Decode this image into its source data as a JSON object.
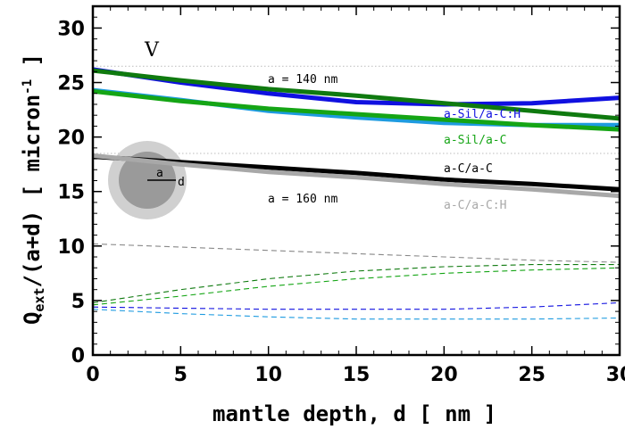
{
  "chart_data": {
    "type": "line",
    "xlabel": "mantle depth, d [ nm ]",
    "ylabel_parts": {
      "q": "Q",
      "sub": "ext",
      "rest": "/(a+d) [ micron",
      "sup": "-1",
      "close": " ]"
    },
    "xlim": [
      0,
      30
    ],
    "ylim": [
      0,
      32
    ],
    "x_ticks": [
      0,
      5,
      10,
      15,
      20,
      25,
      30
    ],
    "x_tick_labels": [
      "0",
      "5",
      "10",
      "15",
      "20",
      "25",
      "30"
    ],
    "y_ticks": [
      0,
      5,
      10,
      15,
      20,
      25,
      30
    ],
    "y_tick_labels": [
      "0",
      "5",
      "10",
      "15",
      "20",
      "25",
      "30"
    ],
    "panel_label": "V",
    "reference_lines": [
      26.5,
      18.5
    ],
    "annotations": {
      "a140": "a = 140 nm",
      "a160": "a = 160 nm",
      "inset_a": "a",
      "inset_d": "d"
    },
    "series": [
      {
        "name": "a-Sil/a-C:H",
        "color": "#1010e0",
        "style": "solid",
        "x": [
          0,
          5,
          10,
          15,
          20,
          25,
          30
        ],
        "y": [
          26.2,
          25.0,
          24.0,
          23.2,
          23.0,
          23.1,
          23.6
        ]
      },
      {
        "name": "",
        "color": "#0f7a0f",
        "style": "solid",
        "x": [
          0,
          5,
          10,
          15,
          20,
          25,
          30
        ],
        "y": [
          26.1,
          25.2,
          24.4,
          23.8,
          23.1,
          22.4,
          21.7
        ]
      },
      {
        "name": "",
        "color": "#1e9be0",
        "style": "solid",
        "x": [
          0,
          5,
          10,
          15,
          20,
          25,
          30
        ],
        "y": [
          24.3,
          23.4,
          22.4,
          21.8,
          21.3,
          21.1,
          21.1
        ]
      },
      {
        "name": "a-Sil/a-C",
        "color": "#15a515",
        "style": "solid",
        "x": [
          0,
          5,
          10,
          15,
          20,
          25,
          30
        ],
        "y": [
          24.2,
          23.3,
          22.6,
          22.1,
          21.6,
          21.1,
          20.7
        ]
      },
      {
        "name": "a-C/a-C",
        "color": "#000000",
        "style": "solid",
        "x": [
          0,
          5,
          10,
          15,
          20,
          25,
          30
        ],
        "y": [
          18.2,
          17.7,
          17.2,
          16.7,
          16.1,
          15.7,
          15.2
        ]
      },
      {
        "name": "a-C/a-C:H",
        "color": "#a8a8a8",
        "style": "solid",
        "x": [
          0,
          5,
          10,
          15,
          20,
          25,
          30
        ],
        "y": [
          18.3,
          17.5,
          16.8,
          16.3,
          15.7,
          15.2,
          14.6
        ]
      },
      {
        "name": "",
        "color": "#888888",
        "style": "dashed",
        "x": [
          0,
          5,
          10,
          15,
          20,
          25,
          30
        ],
        "y": [
          10.2,
          9.9,
          9.6,
          9.3,
          9.0,
          8.7,
          8.5
        ]
      },
      {
        "name": "",
        "color": "#0f7a0f",
        "style": "dashed",
        "x": [
          0,
          5,
          10,
          15,
          20,
          25,
          30
        ],
        "y": [
          4.8,
          6.0,
          7.0,
          7.7,
          8.1,
          8.3,
          8.3
        ]
      },
      {
        "name": "",
        "color": "#15a515",
        "style": "dashed",
        "x": [
          0,
          5,
          10,
          15,
          20,
          25,
          30
        ],
        "y": [
          4.6,
          5.4,
          6.3,
          7.0,
          7.5,
          7.8,
          8.0
        ]
      },
      {
        "name": "",
        "color": "#1010e0",
        "style": "dashed",
        "x": [
          0,
          5,
          10,
          15,
          20,
          25,
          30
        ],
        "y": [
          4.4,
          4.3,
          4.2,
          4.2,
          4.2,
          4.4,
          4.8
        ]
      },
      {
        "name": "",
        "color": "#1e9be0",
        "style": "dashed",
        "x": [
          0,
          5,
          10,
          15,
          20,
          25,
          30
        ],
        "y": [
          4.2,
          3.8,
          3.5,
          3.3,
          3.3,
          3.3,
          3.4
        ]
      }
    ]
  }
}
